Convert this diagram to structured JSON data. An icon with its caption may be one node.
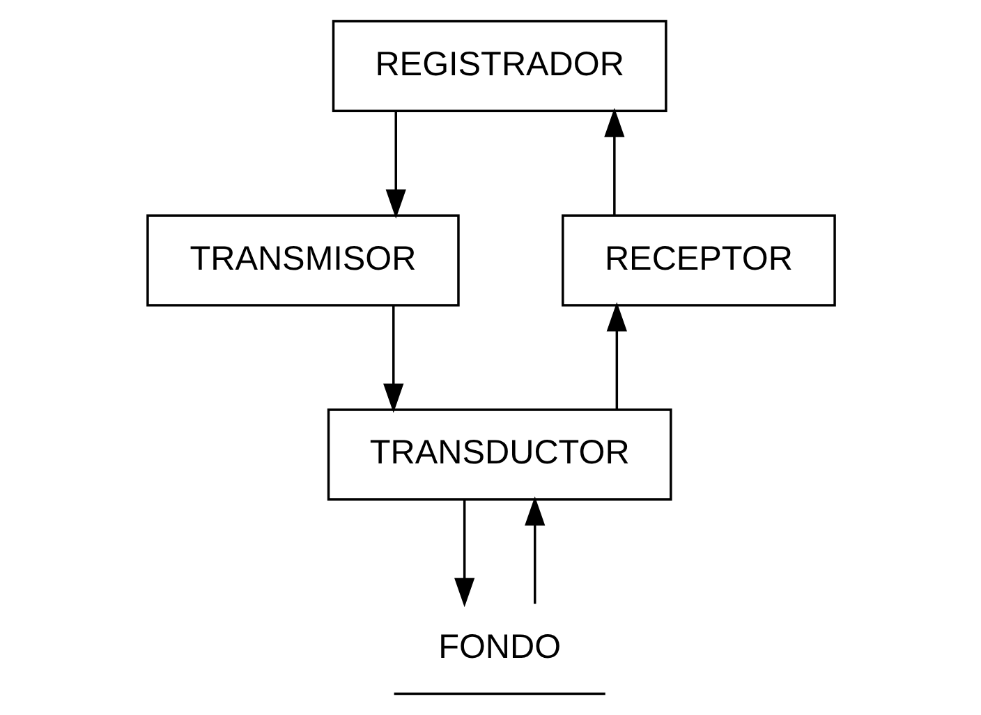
{
  "diagram": {
    "nodes": [
      {
        "text": [
          "REGISTRADOR"
        ]
      },
      {
        "text": [
          "TRANSMISOR"
        ]
      },
      {
        "text": [
          "RECEPTOR"
        ]
      },
      {
        "text": [
          "TRANSDUCTOR"
        ]
      },
      {
        "text": [
          "FONDO"
        ]
      }
    ],
    "edges": [
      {
        "from": 0,
        "to": 1,
        "arrow": "to"
      },
      {
        "from": 2,
        "to": 0,
        "arrow": "to"
      },
      {
        "from": 1,
        "to": 3,
        "arrow": "to"
      },
      {
        "from": 3,
        "to": 2,
        "arrow": "to"
      },
      {
        "from": 3,
        "to": 4,
        "arrow": "to"
      },
      {
        "from": 4,
        "to": 3,
        "arrow": "to"
      }
    ]
  }
}
